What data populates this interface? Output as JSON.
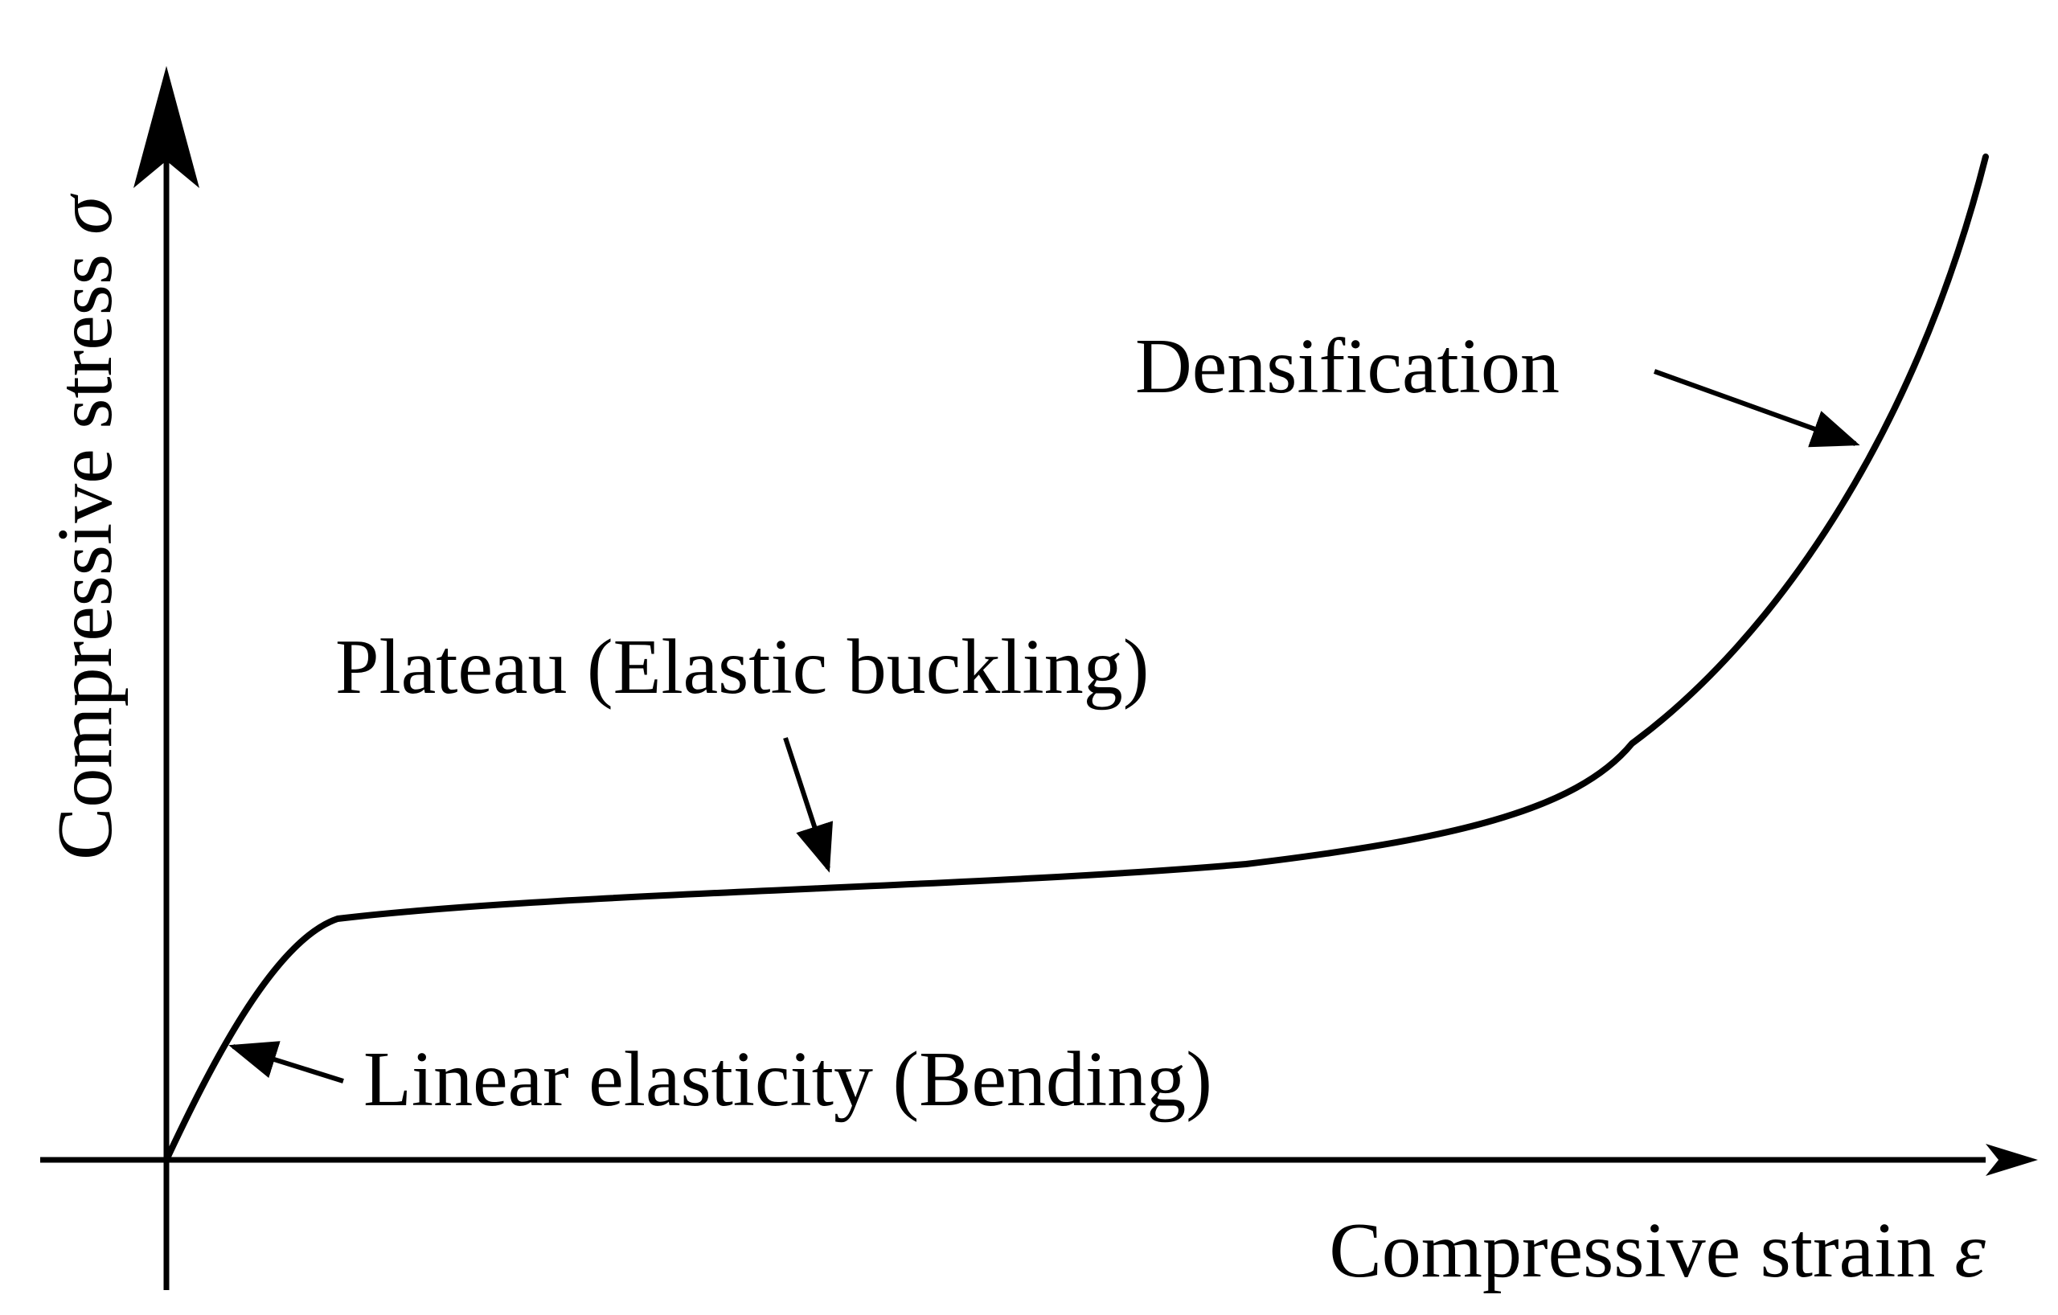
{
  "axes": {
    "y_label": "Compressive stress",
    "y_symbol": "σ",
    "x_label": "Compressive strain",
    "x_symbol": "ε"
  },
  "regions": [
    {
      "id": "linear",
      "label": "Linear elasticity (Bending)"
    },
    {
      "id": "plateau",
      "label": "Plateau (Elastic buckling)"
    },
    {
      "id": "densification",
      "label": "Densification"
    }
  ],
  "colors": {
    "ink": "#000000",
    "background": "#ffffff"
  }
}
